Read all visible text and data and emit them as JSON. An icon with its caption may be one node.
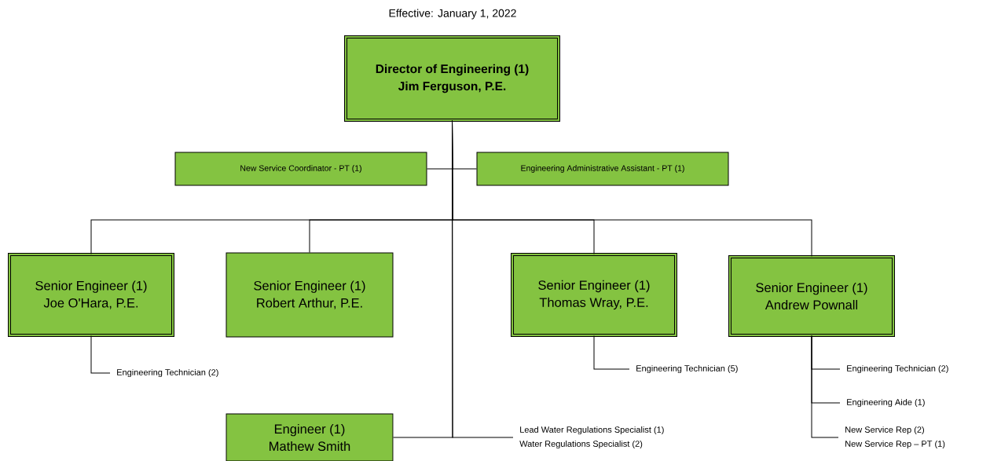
{
  "diagram": {
    "title": "Effective: January 1, 2022",
    "nodes": [
      {
        "text": [
          "Director of Engineering (1)",
          "Jim Ferguson, P.E."
        ]
      },
      {
        "text": [
          "New Service Coordinator - PT (1)"
        ]
      },
      {
        "text": [
          "Engineering Administrative Assistant - PT (1)"
        ]
      },
      {
        "text": [
          "Senior Engineer (1)",
          "Joe O'Hara, P.E."
        ]
      },
      {
        "text": [
          "Senior Engineer (1)",
          "Robert Arthur, P.E."
        ]
      },
      {
        "text": [
          "Senior Engineer (1)",
          "Thomas Wray, P.E."
        ]
      },
      {
        "text": [
          "Senior Engineer (1)",
          "Andrew Pownall"
        ]
      },
      {
        "text": [
          "Engineer (1)",
          "Mathew Smith"
        ]
      },
      {
        "text": [
          "Engineering Technician (2)"
        ]
      },
      {
        "text": [
          "Engineering Technician (5)"
        ]
      },
      {
        "text": [
          "Engineering Technician (2)"
        ]
      },
      {
        "text": [
          "Engineering Aide (1)"
        ]
      },
      {
        "text": [
          "New Service Rep (2)",
          "New Service Rep – PT (1)"
        ]
      },
      {
        "text": [
          "Lead Water Regulations Specialist (1)",
          "Water Regulations Specialist (2)"
        ]
      }
    ],
    "edges": [
      {
        "from": 0,
        "to": 1,
        "arrow": "none"
      },
      {
        "from": 0,
        "to": 2,
        "arrow": "none"
      },
      {
        "from": 0,
        "to": 3,
        "arrow": "none"
      },
      {
        "from": 0,
        "to": 4,
        "arrow": "none"
      },
      {
        "from": 0,
        "to": 5,
        "arrow": "none"
      },
      {
        "from": 0,
        "to": 6,
        "arrow": "none"
      },
      {
        "from": 0,
        "to": 7,
        "arrow": "none"
      },
      {
        "from": 0,
        "to": 13,
        "arrow": "none"
      },
      {
        "from": 3,
        "to": 8,
        "arrow": "none"
      },
      {
        "from": 5,
        "to": 9,
        "arrow": "none"
      },
      {
        "from": 6,
        "to": 10,
        "arrow": "none"
      },
      {
        "from": 6,
        "to": 11,
        "arrow": "none"
      },
      {
        "from": 6,
        "to": 12,
        "arrow": "none"
      }
    ]
  }
}
